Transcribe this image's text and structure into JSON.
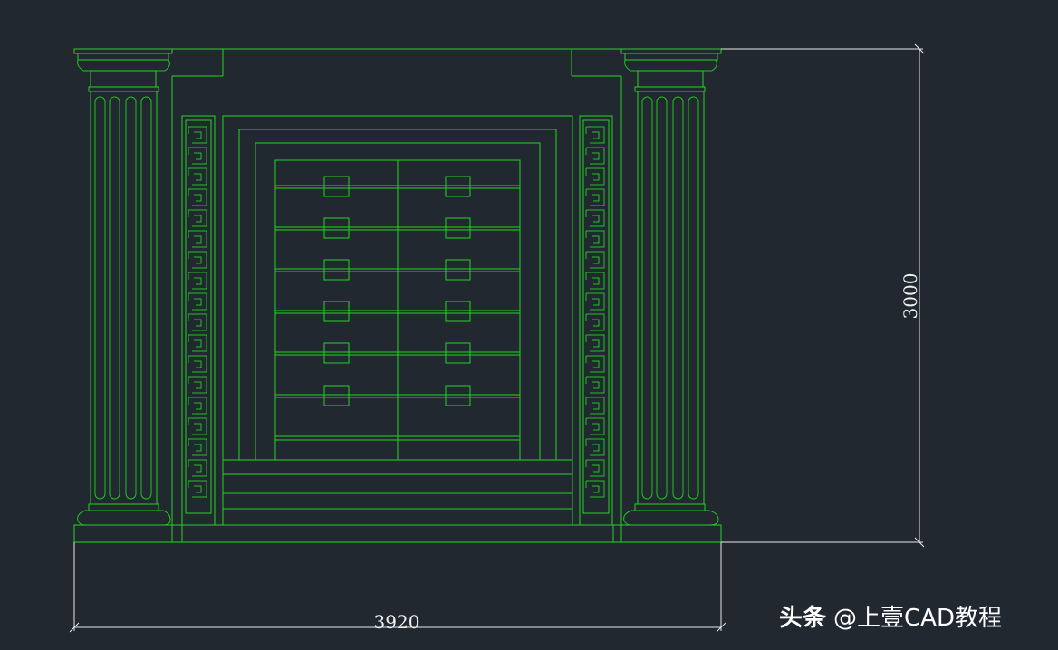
{
  "drawing": {
    "subject": "",
    "line_color": "#22d322",
    "background": "#212830",
    "dimension_color": "#e8e8e8"
  },
  "dimensions": {
    "width_label": "3920",
    "height_label": "3000"
  },
  "watermark": {
    "brand": "头条",
    "handle": "@上壹CAD教程"
  }
}
